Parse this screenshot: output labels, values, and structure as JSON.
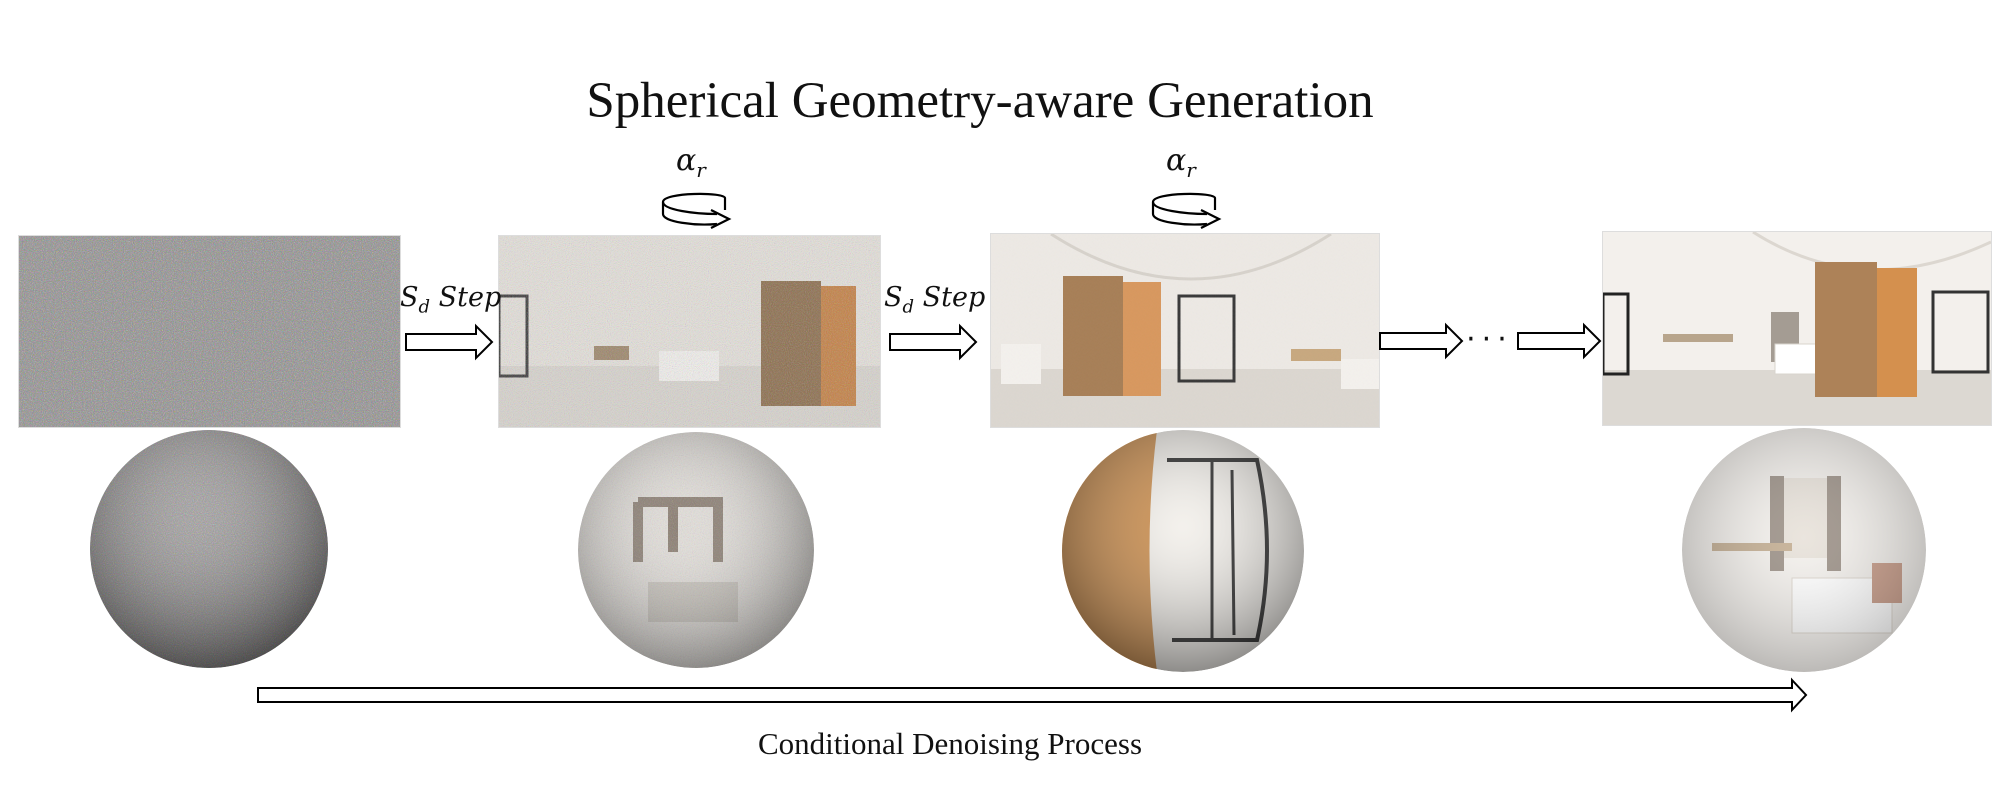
{
  "title": "Spherical Geometry-aware Generation",
  "rotation_label": {
    "symbol": "α",
    "subscript": "r"
  },
  "step_label": {
    "symbol": "S",
    "subscript": "d",
    "word": "Step"
  },
  "ellipsis": "⋅⋅⋅",
  "caption": "Conditional Denoising Process",
  "colors": {
    "wardrobe_wood": "#c98a48",
    "shelf_wood": "#a67c52",
    "wall": "#f2efea",
    "noise_base": "#8e8b8c",
    "arrow_stroke": "#000000"
  }
}
